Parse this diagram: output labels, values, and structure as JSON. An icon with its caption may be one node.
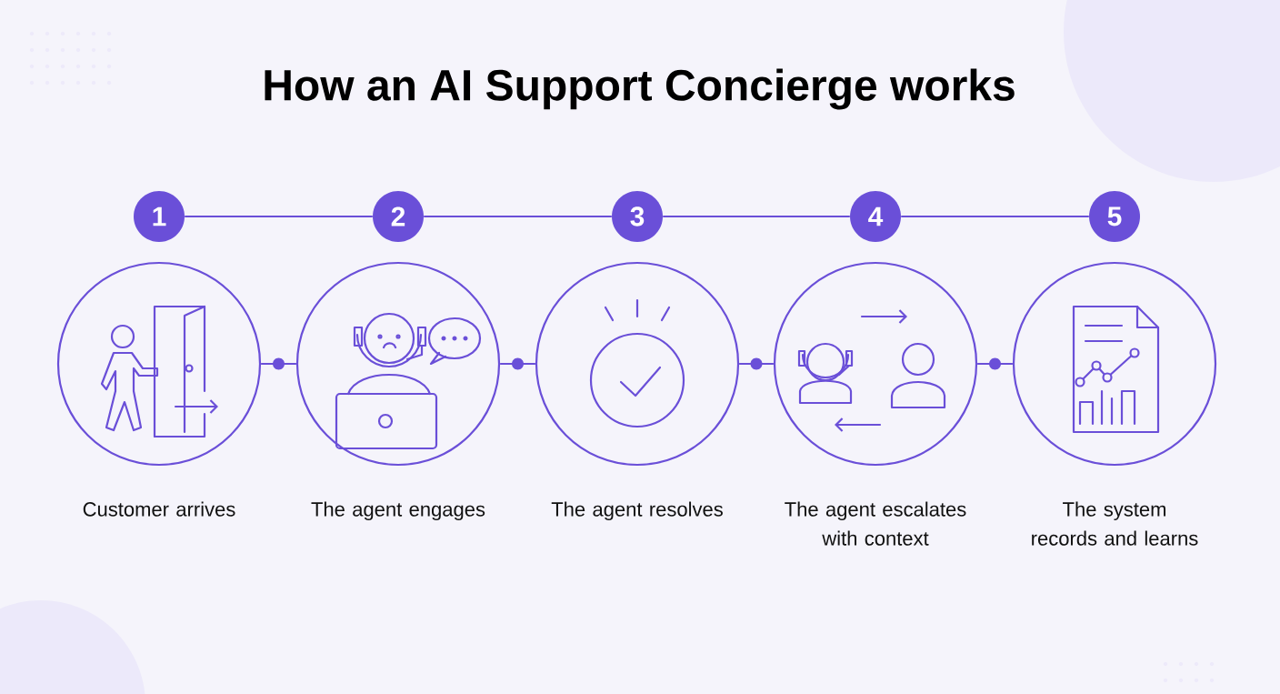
{
  "diagram": {
    "title": "How an AI Support Concierge works",
    "nodes": [
      {
        "text": [
          "1"
        ]
      },
      {
        "text": [
          "2"
        ]
      },
      {
        "text": [
          "3"
        ]
      },
      {
        "text": [
          "4"
        ]
      },
      {
        "text": [
          "5"
        ]
      },
      {
        "text": [],
        "shape": "circle",
        "beside": [
          "Customer arrives"
        ]
      },
      {
        "text": [],
        "shape": "circle",
        "beside": [
          "The agent engages"
        ]
      },
      {
        "text": [],
        "shape": "circle",
        "beside": [
          "The agent resolves"
        ]
      },
      {
        "text": [],
        "shape": "circle",
        "beside": [
          "The agent escalates with context"
        ]
      },
      {
        "text": [],
        "shape": "circle",
        "beside": [
          "The system records and learns"
        ]
      }
    ],
    "edges": [
      {
        "from": 0,
        "to": 1,
        "arrow": "none"
      },
      {
        "from": 1,
        "to": 2,
        "arrow": "none"
      },
      {
        "from": 2,
        "to": 3,
        "arrow": "none"
      },
      {
        "from": 3,
        "to": 4,
        "arrow": "none"
      },
      {
        "from": 5,
        "to": 6,
        "arrow": "none"
      },
      {
        "from": 6,
        "to": 7,
        "arrow": "none"
      },
      {
        "from": 7,
        "to": 8,
        "arrow": "none"
      },
      {
        "from": 8,
        "to": 9,
        "arrow": "none"
      }
    ]
  }
}
